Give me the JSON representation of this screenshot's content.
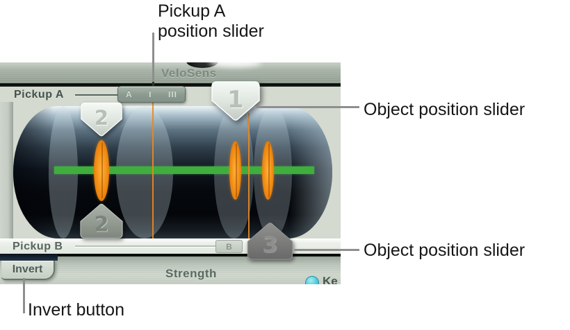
{
  "callouts": {
    "pickup_a": {
      "line1": "Pickup A",
      "line2": "position slider"
    },
    "object_top": "Object position slider",
    "object_bottom": "Object position slider",
    "invert": "Invert button"
  },
  "ui": {
    "header": {
      "velosens": "VeloSens"
    },
    "pickup_a": {
      "label": "Pickup A",
      "slider_marks": [
        "A",
        "I",
        "III"
      ]
    },
    "pickup_b": {
      "label": "Pickup B",
      "handle": "B"
    },
    "markers": {
      "one": "1",
      "two_top": "2",
      "two_bottom": "2",
      "three": "3"
    },
    "bottom": {
      "invert": "Invert",
      "strength": "Strength",
      "key": "Ke"
    },
    "colors": {
      "string_green": "#3fae3c",
      "pickup_orange": "#f08a12",
      "key_teal": "#4cc8d8"
    }
  }
}
